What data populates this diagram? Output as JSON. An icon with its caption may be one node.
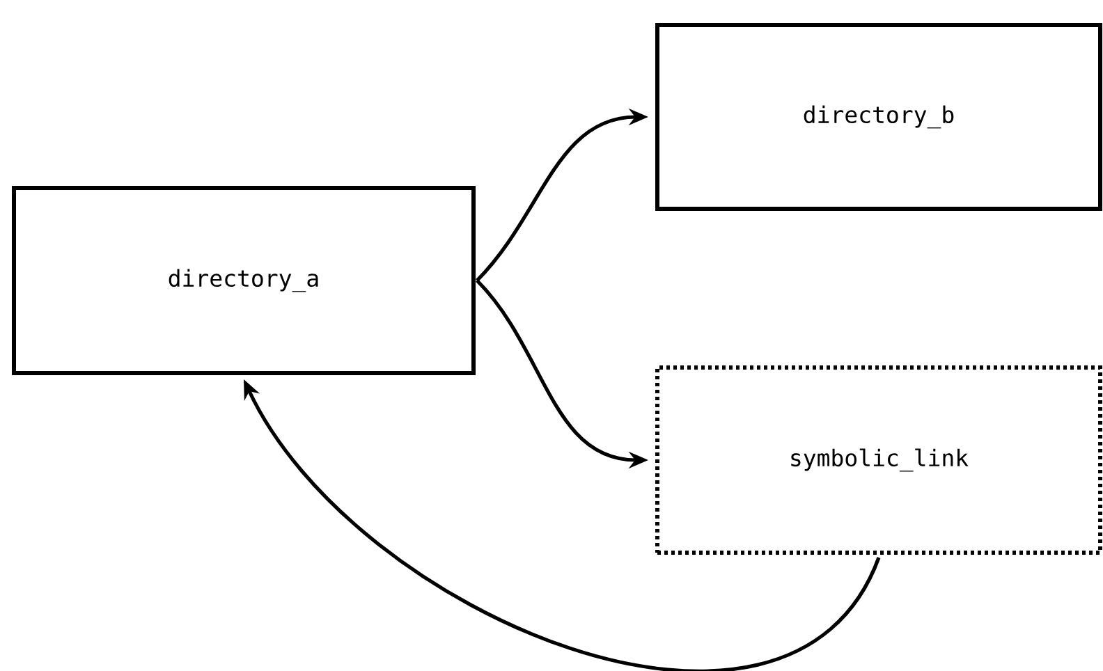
{
  "diagram": {
    "nodes": [
      {
        "text": [
          "directory_a"
        ]
      },
      {
        "text": [
          "directory_b"
        ]
      },
      {
        "text": [
          "symbolic_link"
        ]
      }
    ],
    "edges": [
      {
        "from": 0,
        "to": 1,
        "arrow": "to"
      },
      {
        "from": 0,
        "to": 2,
        "arrow": "to"
      },
      {
        "from": 2,
        "to": 0,
        "arrow": "to"
      }
    ]
  }
}
